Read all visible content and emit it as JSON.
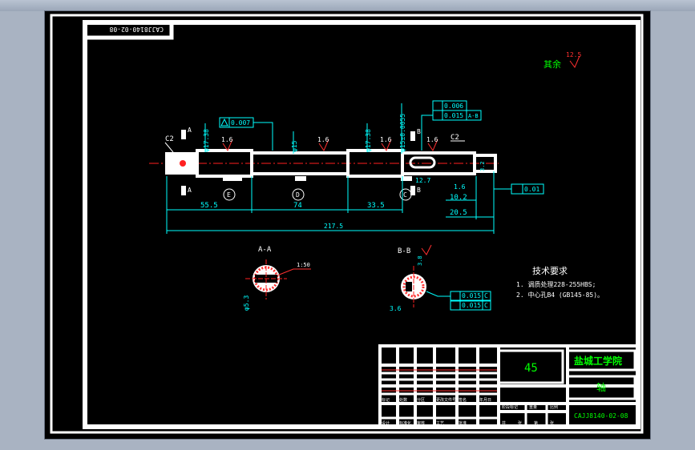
{
  "drawing": {
    "corner_code": "CAJJ8140-02-08",
    "surface_note": "其余",
    "surface_value": "12.5",
    "material": "45",
    "school": "盐城工学院",
    "part_name": "轴",
    "drawing_no": "CAJJ8140-02-08"
  },
  "labels": {
    "section_aa": "A-A",
    "section_bb": "B-B",
    "chamfer_left": "C2",
    "chamfer_right": "C2",
    "slope": "1:50",
    "tech_title": "技术要求",
    "tech_1": "1. 调质处理228-255HBS;",
    "tech_2": "2. 中心孔B4 (GB145-85)。"
  },
  "dims": {
    "d1": "55.5",
    "d2": "74",
    "d3": "33.5",
    "total": "217.5",
    "r1": "20.5",
    "r2": "10.2",
    "r3": "1.6",
    "dia1": "φ17.38",
    "dia2": "φ15",
    "dia3": "φ17.38",
    "dia4": "φ15±0.0055",
    "dia5": "φ5.3",
    "bb_depth": "3.8",
    "bb_width": "3.6",
    "rough_a": "1.6",
    "rough_b": "1.6",
    "rough_c": "1.6",
    "rough_d": "1.6",
    "key_len": "12.7",
    "right_small": "3.2"
  },
  "tolerances": {
    "tol1_val": "0.007",
    "tol2_val": "0.006",
    "tol3_val": "0.015",
    "tol3_ref": "A-B",
    "tol4_val": "0.01",
    "tol5_val": "0.015",
    "tol5_ref": "C",
    "tol6_val": "0.015",
    "tol6_ref": "C"
  },
  "datums": {
    "e": "E",
    "d": "D",
    "c": "C",
    "a": "A",
    "b": "B"
  },
  "title_block": {
    "cells": [
      "标记",
      "处数",
      "分区",
      "更改文件号",
      "签名",
      "年月日",
      "设计",
      "标准化",
      "阶段标记",
      "重量",
      "比例",
      "审核",
      "工艺",
      "批准",
      "共",
      "张",
      "第",
      "张"
    ]
  },
  "colors": {
    "frame": "#ffffff",
    "geometry": "#ffffff",
    "dimension": "#00ffff",
    "note": "#00ff00",
    "tolerance": "#00ffff",
    "center": "#ff2020",
    "hatch": "#ff3030",
    "school": "#00ff00"
  }
}
